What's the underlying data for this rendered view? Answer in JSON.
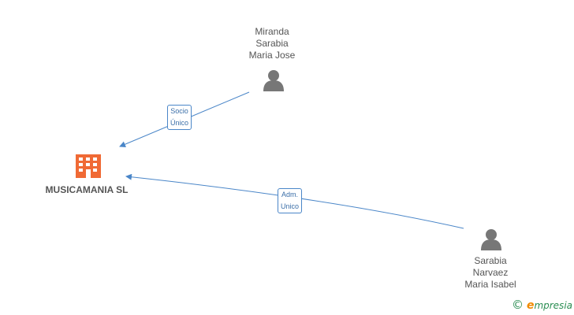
{
  "company": {
    "name": "MUSICAMANIA SL",
    "color": "#f06a35"
  },
  "persons": [
    {
      "id": "p1",
      "lines": [
        "Miranda",
        "Sarabia",
        "Maria Jose"
      ]
    },
    {
      "id": "p2",
      "lines": [
        "Sarabia",
        "Narvaez",
        "Maria Isabel"
      ]
    }
  ],
  "relations": [
    {
      "from": "p1",
      "to": "company",
      "label_lines": [
        "Socio",
        "Único"
      ]
    },
    {
      "from": "p2",
      "to": "company",
      "label_lines": [
        "Adm.",
        "Unico"
      ]
    }
  ],
  "colors": {
    "edge": "#4a86c8",
    "person_icon": "#777777",
    "text": "#555555"
  },
  "brand": {
    "copyright": "©",
    "initial": "e",
    "name": "mpresia"
  }
}
